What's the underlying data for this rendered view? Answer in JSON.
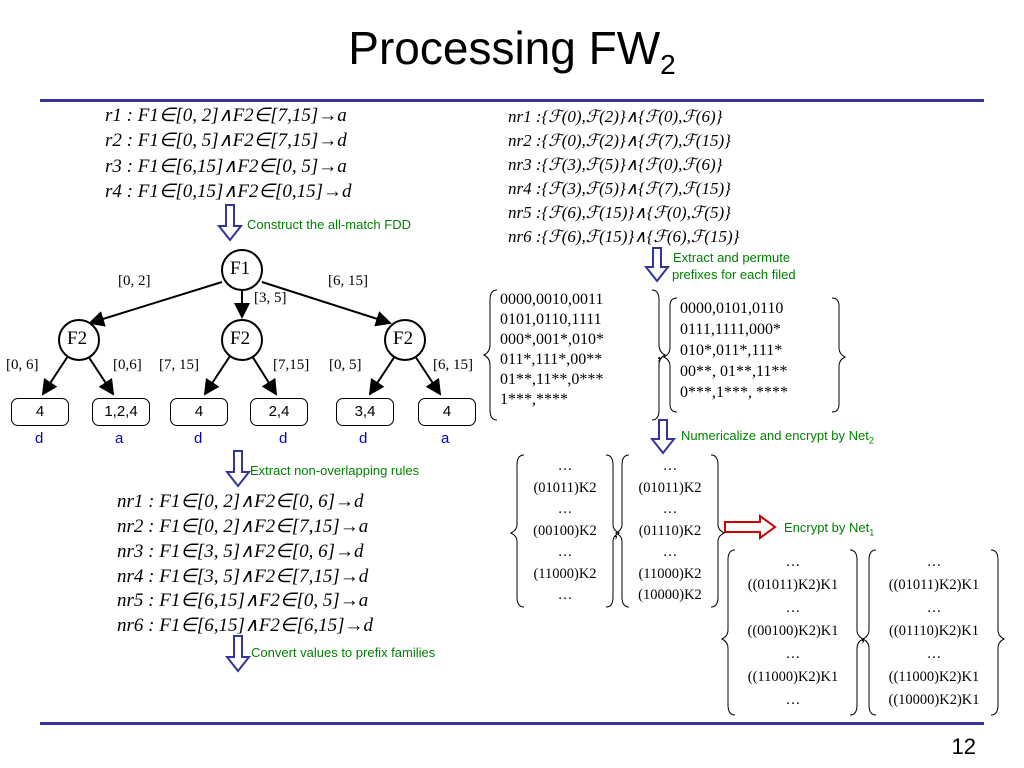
{
  "slide": {
    "title": "Processing FW",
    "title_sub": "2",
    "page_number": "12"
  },
  "rules": [
    "r1 : F1∈[0,  2]∧F2∈[7,15]→a",
    "r2 : F1∈[0,  5]∧F2∈[7,15]→d",
    "r3 : F1∈[6,15]∧F2∈[0,   5]→a",
    "r4 : F1∈[0,15]∧F2∈[0,15]→d"
  ],
  "captions": {
    "construct": "Construct the all-match FDD",
    "extract_rules": "Extract non-overlapping rules",
    "convert": "Convert values to prefix families",
    "permute_line1": "Extract and permute",
    "permute_line2": "prefixes for each filed",
    "numericalize": "Numericalize and encrypt by Net",
    "numericalize_sub": "2",
    "encrypt": "Encrypt by Net",
    "encrypt_sub": "1"
  },
  "fdd": {
    "root": "F1",
    "nodes": [
      "F2",
      "F2",
      "F2"
    ],
    "root_edges": [
      "[0, 2]",
      "[3, 5]",
      "[6, 15]"
    ],
    "child_edges": [
      "[0, 6]",
      "[0,6]",
      "[7, 15]",
      "[7,15]",
      "[0, 5]",
      "[6, 15]"
    ],
    "leaves": [
      "4",
      "1,2,4",
      "4",
      "2,4",
      "3,4",
      "4"
    ],
    "actions": [
      "d",
      "a",
      "d",
      "d",
      "d",
      "a"
    ]
  },
  "nr_rules": [
    "nr1 : F1∈[0,  2]∧F2∈[0,  6]→d",
    "nr2 : F1∈[0,  2]∧F2∈[7,15]→a",
    "nr3 : F1∈[3,  5]∧F2∈[0,  6]→d",
    "nr4 : F1∈[3,  5]∧F2∈[7,15]→d",
    "nr5 : F1∈[6,15]∧F2∈[0,  5]→a",
    "nr6 : F1∈[6,15]∧F2∈[6,15]→d"
  ],
  "prefix_families": [
    "nr1 :{ℱ(0),ℱ(2)}∧{ℱ(0),ℱ(6)}",
    "nr2 :{ℱ(0),ℱ(2)}∧{ℱ(7),ℱ(15)}",
    "nr3 :{ℱ(3),ℱ(5)}∧{ℱ(0),ℱ(6)}",
    "nr4 :{ℱ(3),ℱ(5)}∧{ℱ(7),ℱ(15)}",
    "nr5 :{ℱ(6),ℱ(15)}∧{ℱ(0),ℱ(5)}",
    "nr6 :{ℱ(6),ℱ(15)}∧{ℱ(6),ℱ(15)}"
  ],
  "prefix_sets": {
    "left": [
      "0000,0010,0011",
      "0101,0110,1111",
      "000*,001*,010*",
      "011*,111*,00**",
      "01**,11**,0***",
      "1***,****"
    ],
    "right": [
      "0000,0101,0110",
      "0111,1111,000*",
      "010*,011*,111*",
      "00**, 01**,11**",
      "0***,1***, ****"
    ]
  },
  "net2_sets": {
    "left": [
      "…",
      "(01011)K2",
      "…",
      "(00100)K2",
      "…",
      "(11000)K2",
      "…"
    ],
    "right": [
      "…",
      "(01011)K2",
      "…",
      "(01110)K2",
      "…",
      "(11000)K2",
      "(10000)K2"
    ]
  },
  "net1_sets": {
    "left": [
      "…",
      "((01011)K2)K1",
      "…",
      "((00100)K2)K1",
      "…",
      "((11000)K2)K1",
      "…"
    ],
    "right": [
      "…",
      "((01011)K2)K1",
      "…",
      "((01110)K2)K1",
      "…",
      "((11000)K2)K1",
      "((10000)K2)K1"
    ]
  },
  "colors": {
    "title_rule": "#333399",
    "arrow_blue": "#333399",
    "caption_green": "#008000",
    "action_blue": "#0000cc",
    "encrypt_arrow": "#cc0000"
  }
}
